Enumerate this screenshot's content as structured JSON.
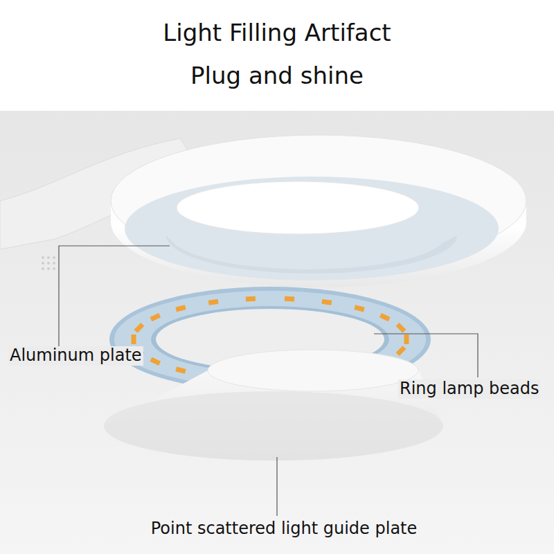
{
  "diagram": {
    "title": "Light Filling Artifact",
    "labels": [
      "Plug and shine",
      "Aluminum plate",
      "Ring lamp beads",
      "Point scattered light guide plate"
    ]
  }
}
